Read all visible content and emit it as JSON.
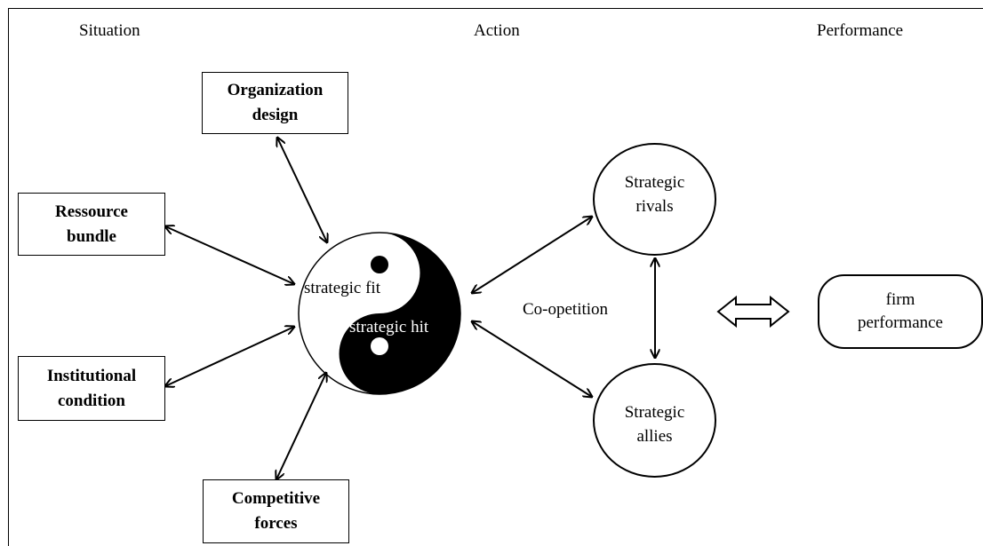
{
  "headers": {
    "situation": "Situation",
    "action": "Action",
    "performance": "Performance"
  },
  "situation_boxes": {
    "organization_design": [
      "Organization",
      "design"
    ],
    "ressource_bundle": [
      "Ressource",
      "bundle"
    ],
    "institutional_condition": [
      "Institutional",
      "condition"
    ],
    "competitive_forces": [
      "Competitive",
      "forces"
    ]
  },
  "center": {
    "strategic_fit": "strategic fit",
    "strategic_hit": "strategic hit"
  },
  "action": {
    "strategic_rivals": [
      "Strategic",
      "rivals"
    ],
    "strategic_allies": [
      "Strategic",
      "allies"
    ],
    "coopetition": "Co-opetition"
  },
  "performance": {
    "firm_performance": [
      "firm",
      "performance"
    ]
  }
}
